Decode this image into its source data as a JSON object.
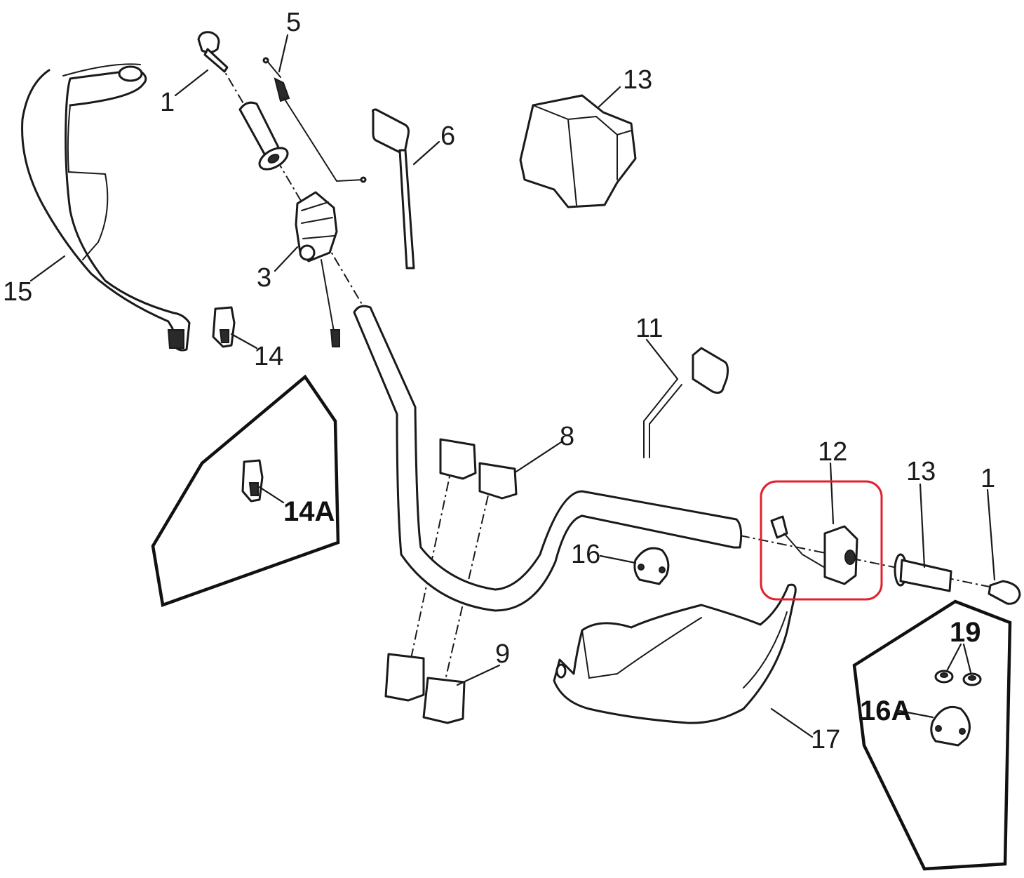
{
  "callouts": {
    "c1_top": "1",
    "c5": "5",
    "c13_top": "13",
    "c6": "6",
    "c15": "15",
    "c3": "3",
    "c14": "14",
    "c11": "11",
    "c8": "8",
    "c12": "12",
    "c13_right": "13",
    "c1_right": "1",
    "c14A": "14A",
    "c16": "16",
    "c9": "9",
    "c19": "19",
    "c16A": "16A",
    "c17": "17"
  },
  "highlight": {
    "target": "12",
    "color": "#e0202e"
  },
  "colors": {
    "line": "#1a1a1a",
    "background": "#ffffff"
  }
}
